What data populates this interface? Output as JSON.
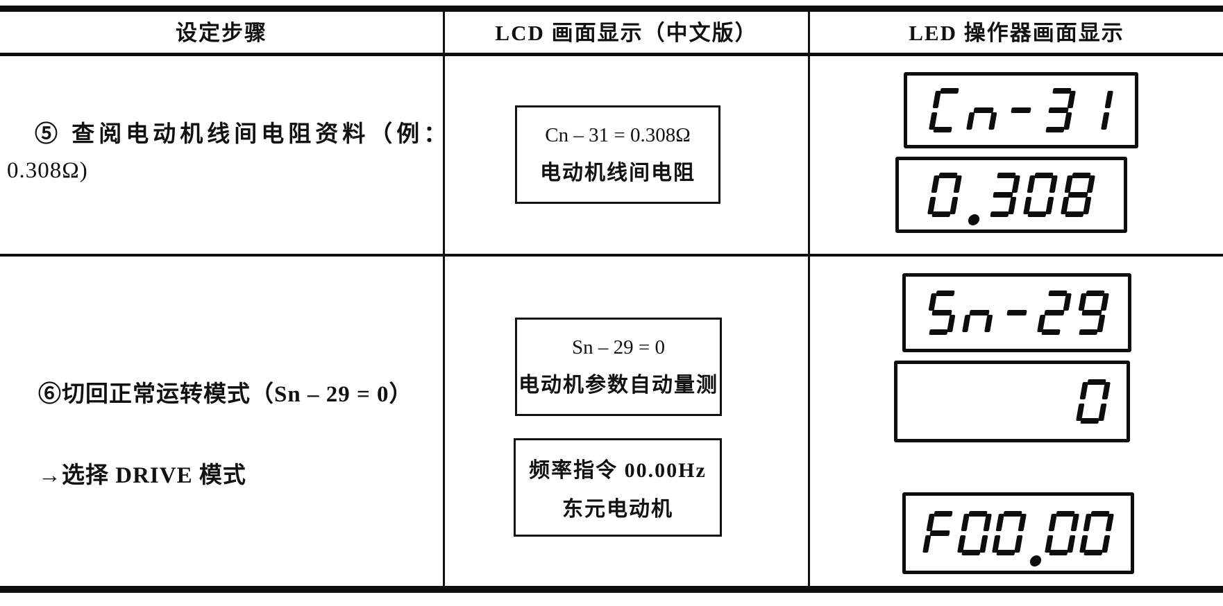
{
  "page": {
    "background": "#ffffff",
    "ink": "#111111"
  },
  "table": {
    "headers": [
      {
        "id": "steps",
        "label": "设定步骤"
      },
      {
        "id": "lcd",
        "label": "LCD 画面显示（中文版）"
      },
      {
        "id": "led",
        "label": "LED 操作器画面显示"
      }
    ],
    "rows": [
      {
        "step": {
          "line1": "⑤ 查阅电动机线间电阻资料（例：",
          "line2": "0.308Ω)"
        },
        "lcd_boxes": [
          {
            "line1": "Cn – 31 = 0.308Ω",
            "line2": "电动机线间电阻"
          }
        ],
        "led_displays": [
          {
            "value": "Cn-31"
          },
          {
            "value": "0.308"
          }
        ]
      },
      {
        "step": {
          "line1": "⑥切回正常运转模式（Sn – 29 = 0）",
          "line2": "→选择 DRIVE 模式"
        },
        "lcd_boxes": [
          {
            "line1": "Sn – 29 = 0",
            "line2": "电动机参数自动量测"
          },
          {
            "line1": "频率指令 00.00Hz",
            "line2": "东元电动机"
          }
        ],
        "led_displays": [
          {
            "value": "Sn-29"
          },
          {
            "value": "0",
            "align": "right"
          },
          {
            "value": "F00.00"
          }
        ]
      }
    ]
  }
}
